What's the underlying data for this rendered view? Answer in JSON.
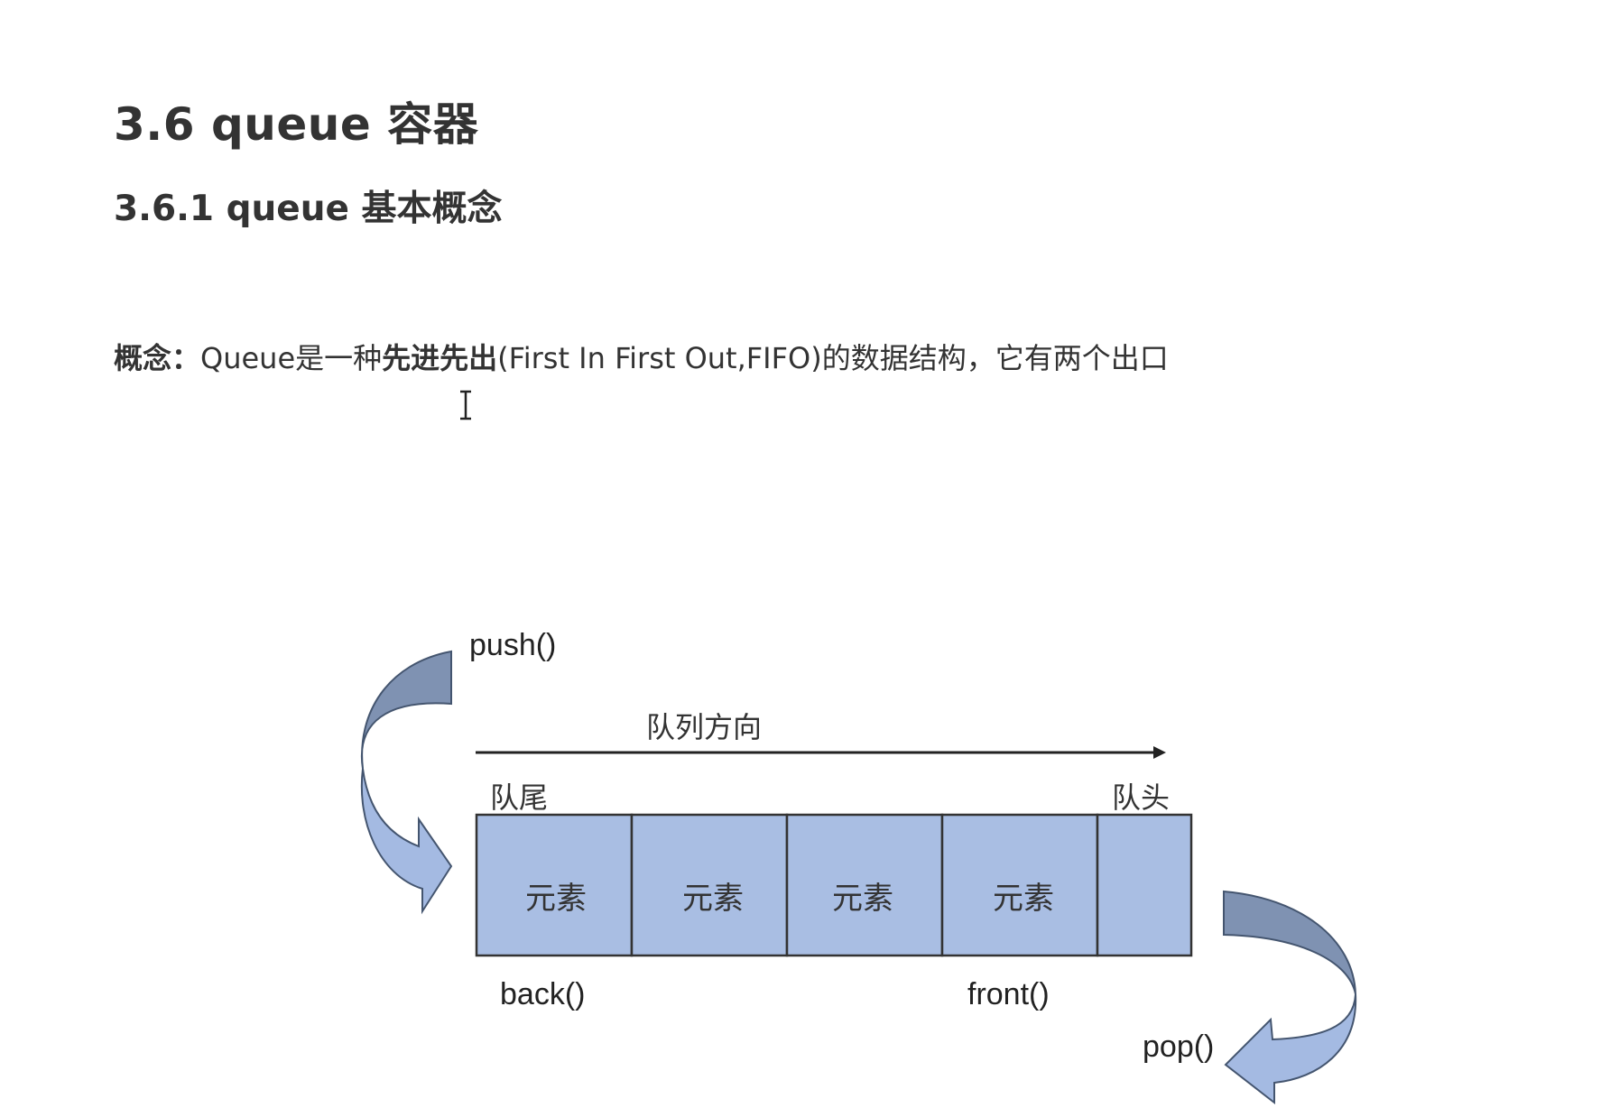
{
  "heading": "3.6 queue 容器",
  "subheading": "3.6.1 queue 基本概念",
  "concept": {
    "label": "概念：",
    "text_before": "Queue是一种",
    "bold_text": "先进先出",
    "text_after": "(First In First Out,FIFO)的数据结构，它有两个出口"
  },
  "diagram": {
    "push_label": "push()",
    "direction_label": "队列方向",
    "tail_label": "队尾",
    "head_label": "队头",
    "cells": [
      "元素",
      "元素",
      "元素",
      "元素",
      ""
    ],
    "back_label": "back()",
    "front_label": "front()",
    "pop_label": "pop()",
    "colors": {
      "cell_fill": "#a9bee3",
      "cell_border": "#333333",
      "arrow_light": "#a4bae2",
      "arrow_dark": "#7f92b2"
    }
  },
  "icons": [
    "text-cursor-icon",
    "push-curved-arrow-icon",
    "direction-arrow-icon",
    "pop-curved-arrow-icon"
  ]
}
